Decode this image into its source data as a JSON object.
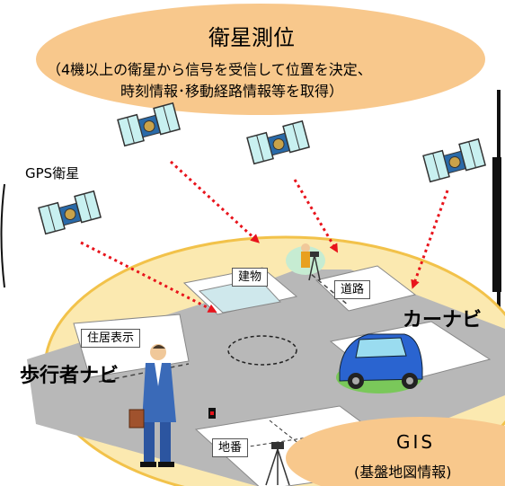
{
  "satellite_positioning": {
    "title": "衛星測位",
    "desc_line1": "（4機以上の衛星から信号を受信して位置を決定、",
    "desc_line2": "時刻情報･移動経路情報等を取得）"
  },
  "gps_label": "GPS衛星",
  "places": {
    "building": "建物",
    "road": "道路",
    "address": "住居表示",
    "lot": "地番"
  },
  "car_navi": "カーナビ",
  "pedestrian_navi": "歩行者ナビ",
  "gis": {
    "title": "GIS",
    "subtitle": "(基盤地図情報)"
  },
  "colors": {
    "bubble": "#f8c88c",
    "plaza": "#fbe9b0",
    "road": "#b8b8b8",
    "signal_arrow": "#e8141c"
  }
}
